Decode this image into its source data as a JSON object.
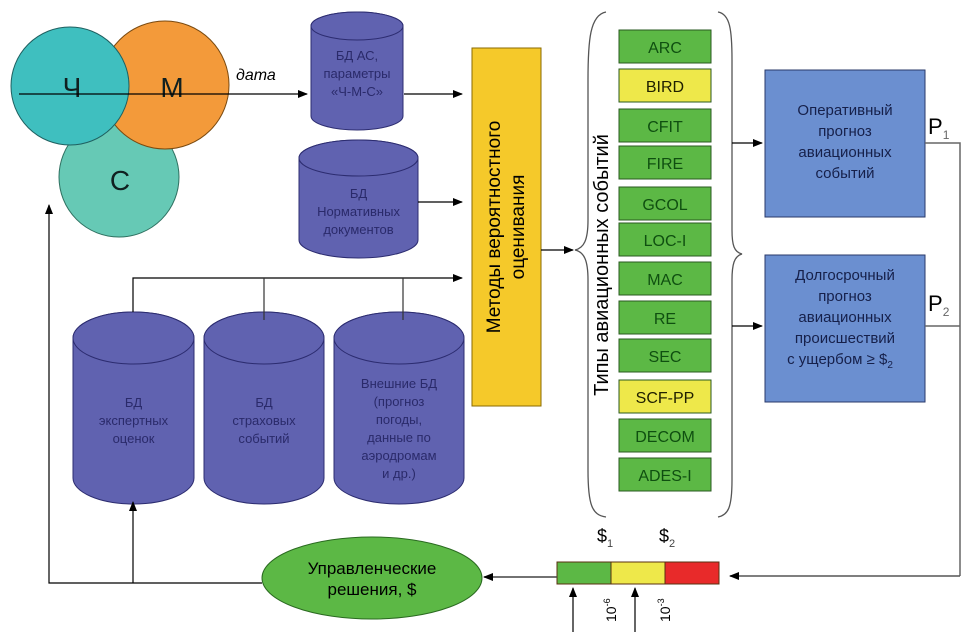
{
  "circles": {
    "ch": {
      "label": "Ч",
      "color": "#3fbfbf"
    },
    "m": {
      "label": "М",
      "color": "#f39a3a"
    },
    "s": {
      "label": "С",
      "color": "#66c9b5"
    }
  },
  "data_label": "дата",
  "databases": {
    "color": "#6062b0",
    "as_params": {
      "lines": [
        "БД АС,",
        "параметры",
        "«Ч-М-С»"
      ]
    },
    "normative": {
      "lines": [
        "БД",
        "Нормативных",
        "документов"
      ]
    },
    "expert": {
      "lines": [
        "БД",
        "экспертных",
        "оценок"
      ]
    },
    "insurance": {
      "lines": [
        "БД",
        "страховых",
        "событий"
      ]
    },
    "external": {
      "lines": [
        "Внешние БД",
        "(прогноз",
        "погоды,",
        "данные по",
        "аэродромам",
        "и др.)"
      ]
    }
  },
  "methods_box": {
    "lines": [
      "Методы вероятностного",
      "оценивания"
    ],
    "color": "#f5c92a"
  },
  "event_types": {
    "title": "Типы авиационных событий",
    "items": [
      {
        "label": "ARC",
        "color": "green"
      },
      {
        "label": "BIRD",
        "color": "yellow"
      },
      {
        "label": "CFIT",
        "color": "green"
      },
      {
        "label": "FIRE",
        "color": "green"
      },
      {
        "label": "GCOL",
        "color": "green"
      },
      {
        "label": "LOC-I",
        "color": "green"
      },
      {
        "label": "MAC",
        "color": "green"
      },
      {
        "label": "RE",
        "color": "green"
      },
      {
        "label": "SEC",
        "color": "green"
      },
      {
        "label": "SCF-PP",
        "color": "yellow"
      },
      {
        "label": "DECOM",
        "color": "green"
      },
      {
        "label": "ADES-I",
        "color": "green"
      }
    ],
    "colors": {
      "green": "#5cb845",
      "yellow": "#eee84a"
    }
  },
  "forecasts": {
    "operational": {
      "lines": [
        "Оперативный",
        "прогноз",
        "авиационных",
        "событий"
      ],
      "output": "P",
      "output_sub": "1"
    },
    "longterm": {
      "lines": [
        "Долгосрочный",
        "прогноз",
        "авиационных",
        "происшествий",
        "с ущербом ≥ $"
      ],
      "sub": "2",
      "output": "P",
      "output_sub": "2"
    },
    "color": "#6b8fd0"
  },
  "risk_scale": {
    "segments": [
      {
        "name": "low",
        "color": "#5cb845"
      },
      {
        "name": "medium",
        "color": "#eee84a"
      },
      {
        "name": "high",
        "color": "#e82a2a"
      }
    ],
    "top_labels": [
      {
        "text": "$",
        "sub": "1"
      },
      {
        "text": "$",
        "sub": "2"
      }
    ],
    "bottom_labels": [
      {
        "base": "10",
        "exp": "-6"
      },
      {
        "base": "10",
        "exp": "-3"
      }
    ]
  },
  "decisions": {
    "lines": [
      "Управленческие",
      "решения, $"
    ],
    "color": "#5cb845"
  }
}
